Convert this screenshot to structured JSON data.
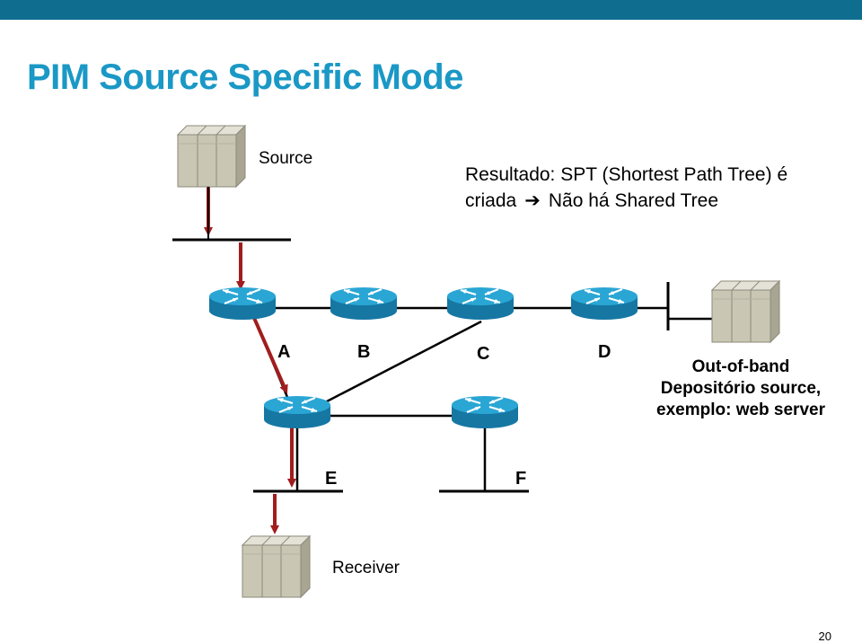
{
  "slide": {
    "title": "PIM Source Specific Mode",
    "page_number": "20"
  },
  "labels": {
    "source": "Source",
    "receiver": "Receiver",
    "result_line1": "Resultado: SPT (Shortest Path Tree) é",
    "result_line2a": "criada",
    "result_arrow": "➔",
    "result_line2b": "Não há Shared Tree",
    "oob_line1": "Out-of-band",
    "oob_line2": "Depositório source,",
    "oob_line3": "exemplo: web server"
  },
  "routers": [
    {
      "id": "A",
      "label": "A"
    },
    {
      "id": "B",
      "label": "B"
    },
    {
      "id": "C",
      "label": "C"
    },
    {
      "id": "D",
      "label": "D"
    },
    {
      "id": "E",
      "label": "E"
    },
    {
      "id": "F",
      "label": "F"
    }
  ],
  "colors": {
    "topbar": "#0f6e8f",
    "title": "#1a98c6",
    "router_top": "#2aa6d4",
    "router_side": "#1677a3",
    "server_face": "#c9c6b4",
    "arrow": "#a11d1d"
  }
}
